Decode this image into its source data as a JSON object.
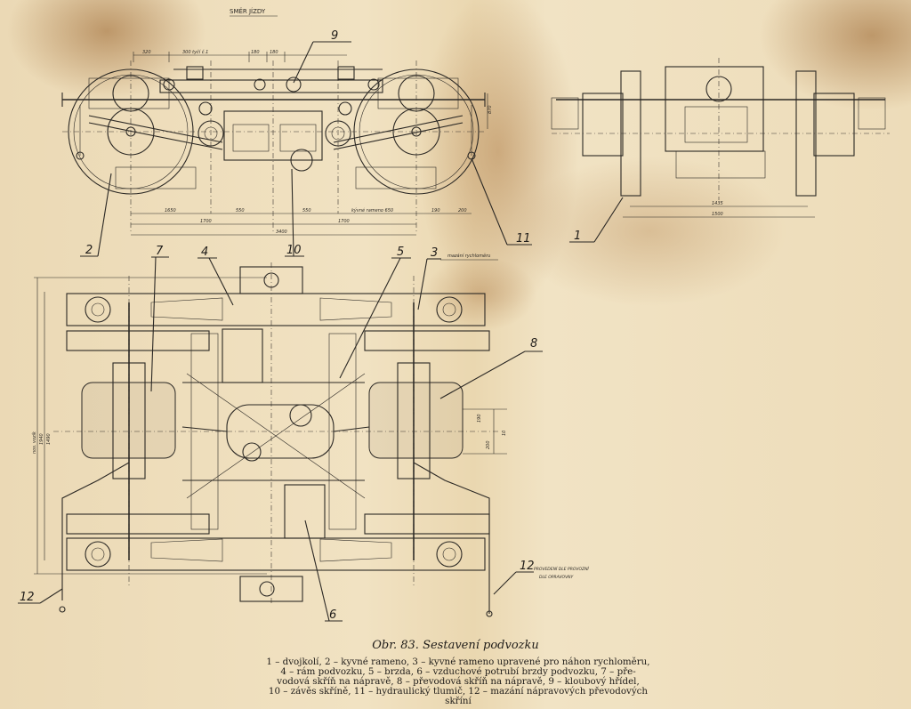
{
  "direction_label": "SMĚR JÍZDY",
  "callouts": {
    "c1": "1",
    "c2": "2",
    "c3": "3",
    "c4": "4",
    "c5": "5",
    "c6": "6",
    "c7": "7",
    "c8": "8",
    "c9": "9",
    "c10": "10",
    "c11": "11",
    "c12_left": "12",
    "c12_right": "12"
  },
  "side_view_dims": {
    "top": [
      "320",
      "300 tyčí č.1",
      "180",
      "180"
    ],
    "bottom_row1": [
      "1650",
      "550",
      "550",
      "kývné rameno 650",
      "190",
      "200"
    ],
    "bottom_row2": [
      "1700",
      "1700"
    ],
    "bottom_row3": "3400",
    "right": "870"
  },
  "end_view_dims": [
    "1435",
    "1500"
  ],
  "plan_view_dims": {
    "left": [
      "1490",
      "1940",
      "nos. vozík"
    ],
    "center": [
      "190",
      "200",
      "10"
    ]
  },
  "notes": {
    "top": "mazání rychloměru",
    "lower_right_line1": "PROVEDENÍ DLE PROVOZNÍ",
    "lower_right_line2": "DLE OPRAVOVNY"
  },
  "caption": {
    "title": "Obr. 83. Sestavení podvozku",
    "legend_lines": [
      "1 – dvojkolí, 2 – kyvné rameno, 3 – kyvné rameno upravené pro náhon rychloměru,",
      "4 – rám podvozku, 5 – brzda, 6 – vzduchové potrubí brzdy podvozku, 7 – pře-",
      "vodová skříň na nápravě, 8 – převodová skříň na nápravě, 9 – kloubový hřídel,",
      "10 – závěs skříně, 11 – hydraulický tlumič, 12 – mazání nápravových převodových",
      "skříní"
    ]
  }
}
